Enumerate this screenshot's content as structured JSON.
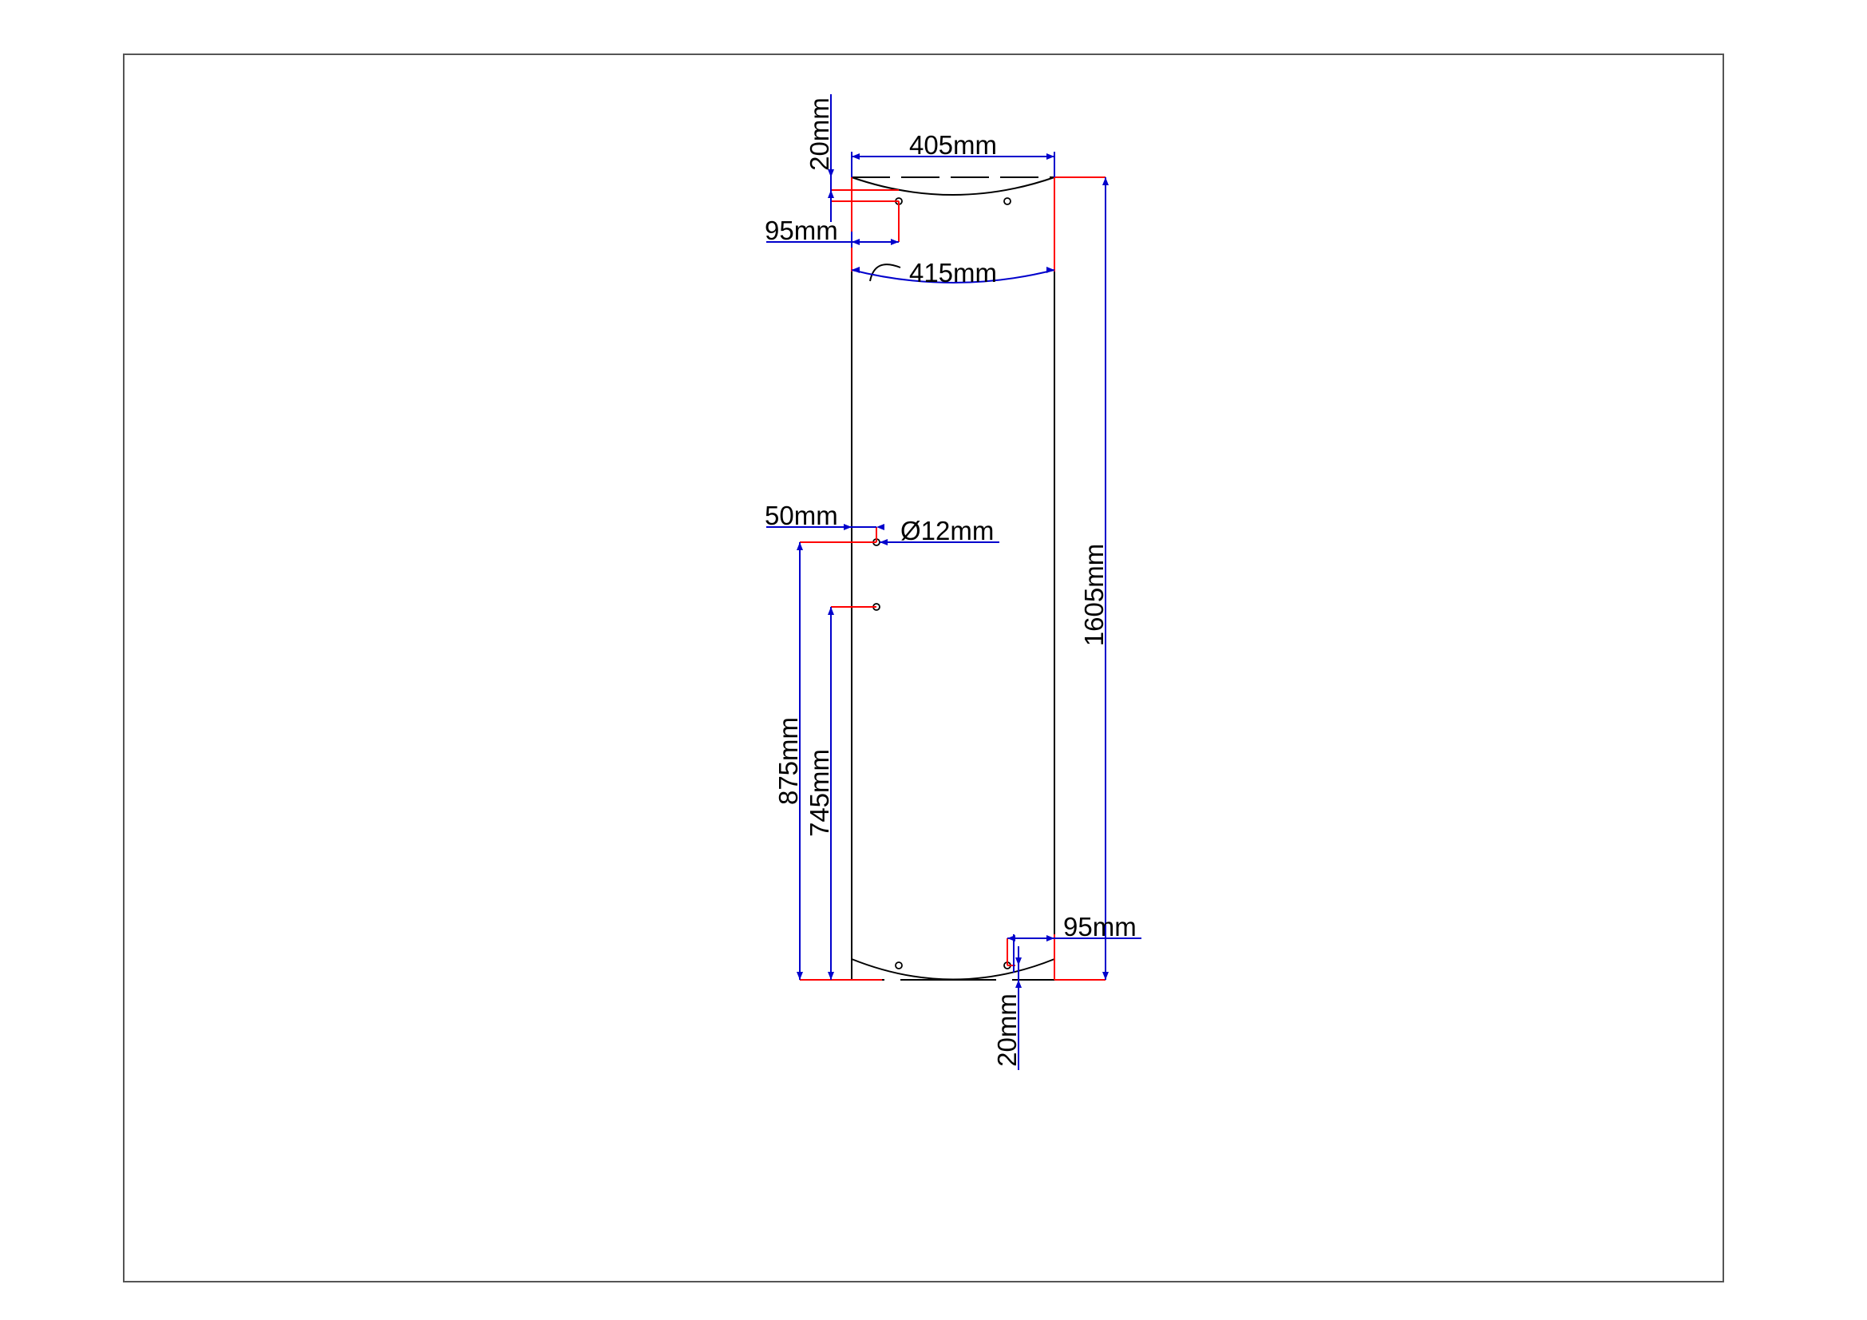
{
  "colors": {
    "outline": "#000000",
    "dimension_line": "#0000cc",
    "extension_line": "#ff0000",
    "frame": "#555555"
  },
  "dimensions": {
    "width_top": "405mm",
    "width_arc": "415mm",
    "height_total": "1605mm",
    "top_offset": "20mm",
    "top_hole_inset": "95mm",
    "side_hole_inset": "50mm",
    "hole_diameter": "Ø12mm",
    "hole_height_upper": "875mm",
    "hole_height_lower": "745mm",
    "bottom_hole_inset": "95mm",
    "bottom_offset": "20mm"
  }
}
